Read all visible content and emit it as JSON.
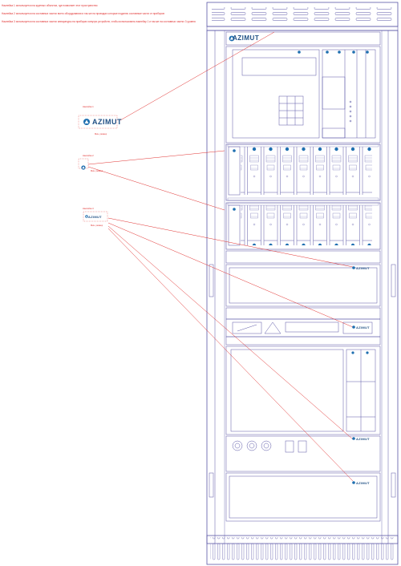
{
  "notes": [
    "Наклейка 1 используется на крупных объектах, где позволяет этот пространство",
    "Наклейка 2 используется на составных частях всего оборудования и так же на проводах которые подключ составные части от приборов",
    "Наклейка 3 используется на составных частях аппаратуры на приборах изнутри устройств, чтобы использовать наклейку 1 и так же на составных частях 3 уровня"
  ],
  "legend": [
    {
      "top_label": "Наклейка 1",
      "bottom_label": "Мин. размер"
    },
    {
      "top_label": "Наклейка 2",
      "bottom_label": "Мин. размер"
    },
    {
      "top_label": "Наклейка 3",
      "bottom_label": "Мин. размер"
    }
  ],
  "brand": {
    "name": "AZIMUT",
    "color": "#1f4f84",
    "line_color": "#e0302f",
    "drawing_color": "#5a56a6"
  }
}
